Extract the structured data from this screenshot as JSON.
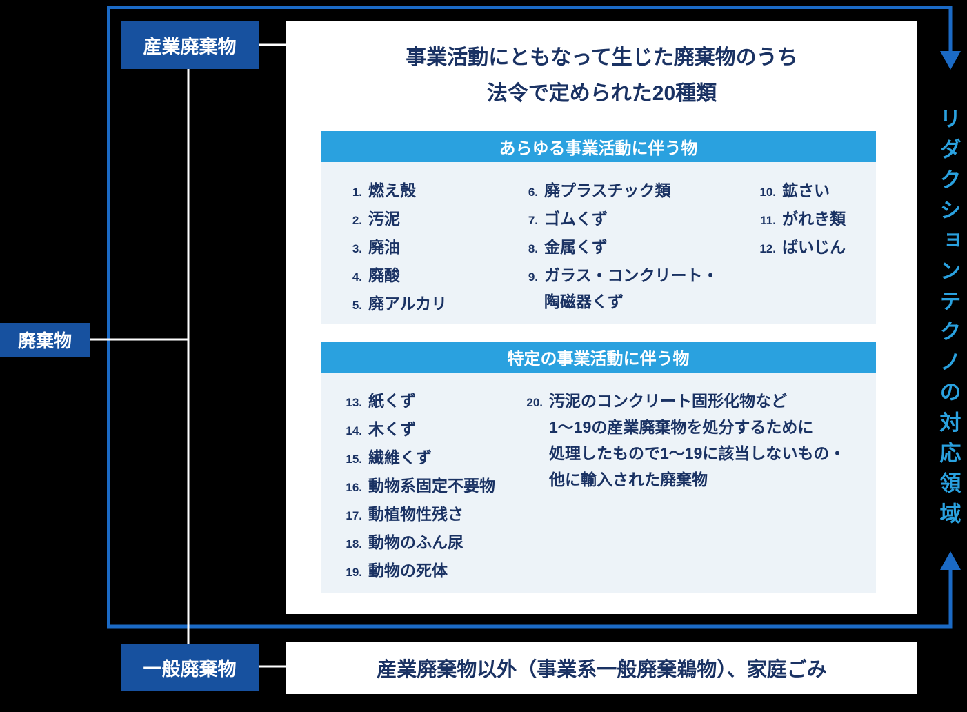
{
  "labels": {
    "waste": "廃棄物",
    "industrial": "産業廃棄物",
    "general": "一般廃棄物"
  },
  "side_label": "リダクションテクノの対応領域",
  "main_panel": {
    "title_line1": "事業活動にともなって生じた廃棄物のうち",
    "title_line2": "法令で定められた20種類",
    "sections": [
      {
        "header": "あらゆる事業活動に伴う物",
        "columns": [
          [
            {
              "num": "1.",
              "text": "燃え殻"
            },
            {
              "num": "2.",
              "text": "汚泥"
            },
            {
              "num": "3.",
              "text": "廃油"
            },
            {
              "num": "4.",
              "text": "廃酸"
            },
            {
              "num": "5.",
              "text": "廃アルカリ"
            }
          ],
          [
            {
              "num": "6.",
              "text": "廃プラスチック類"
            },
            {
              "num": "7.",
              "text": "ゴムくず"
            },
            {
              "num": "8.",
              "text": "金属くず"
            },
            {
              "num": "9.",
              "text": "ガラス・コンクリート・\n陶磁器くず"
            }
          ],
          [
            {
              "num": "10.",
              "text": "鉱さい"
            },
            {
              "num": "11.",
              "text": "がれき類"
            },
            {
              "num": "12.",
              "text": "ばいじん"
            }
          ]
        ]
      },
      {
        "header": "特定の事業活動に伴う物",
        "columns": [
          [
            {
              "num": "13.",
              "text": "紙くず"
            },
            {
              "num": "14.",
              "text": "木くず"
            },
            {
              "num": "15.",
              "text": "繊維くず"
            },
            {
              "num": "16.",
              "text": "動物系固定不要物"
            },
            {
              "num": "17.",
              "text": "動植物性残さ"
            },
            {
              "num": "18.",
              "text": "動物のふん尿"
            },
            {
              "num": "19.",
              "text": "動物の死体"
            }
          ],
          [
            {
              "num": "20.",
              "text": "汚泥のコンクリート固形化物など\n1〜19の産業廃棄物を処分するために\n処理したもので1〜19に該当しないもの・\n他に輸入された廃棄物"
            }
          ]
        ]
      }
    ]
  },
  "bottom_panel": "産業廃棄物以外（事業系一般廃棄鵜物）、家庭ごみ",
  "colors": {
    "background": "#000000",
    "label_box": "#17519f",
    "section_header": "#2aa1df",
    "section_body": "#edf3f8",
    "text_navy": "#1a3263",
    "bracket_blue": "#1b6ac5",
    "side_label_blue": "#2aa1df"
  }
}
